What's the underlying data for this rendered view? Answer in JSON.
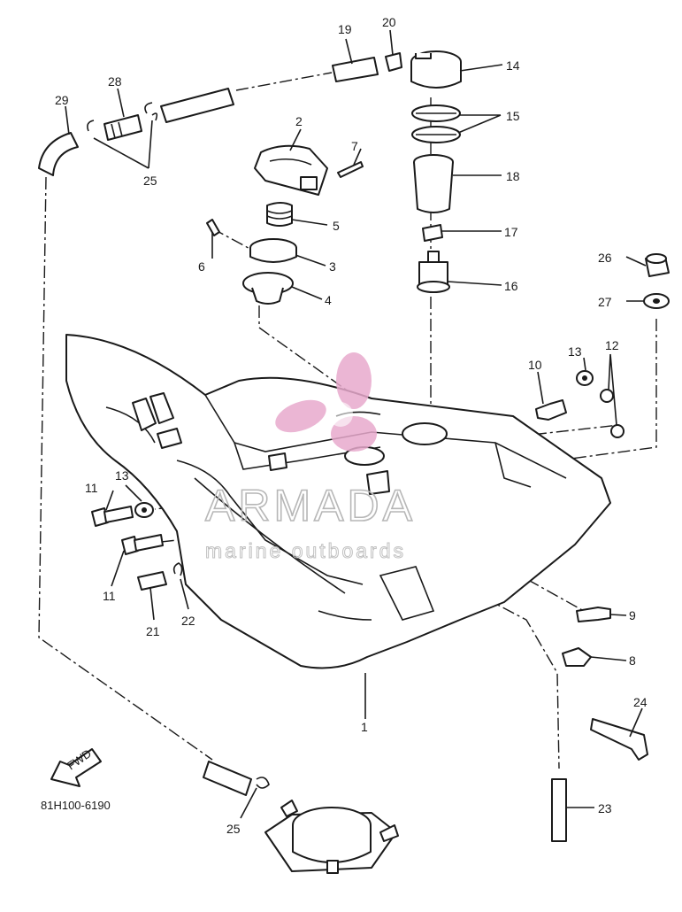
{
  "diagram": {
    "drawing_number": "81H100-6190",
    "fwd_arrow_label": "FWD",
    "callouts": [
      "1",
      "2",
      "3",
      "4",
      "5",
      "6",
      "7",
      "8",
      "9",
      "10",
      "11",
      "11",
      "12",
      "13",
      "13",
      "14",
      "15",
      "16",
      "17",
      "18",
      "19",
      "20",
      "21",
      "22",
      "23",
      "24",
      "25",
      "25",
      "26",
      "27",
      "28",
      "29"
    ]
  },
  "watermark": {
    "brand": "ARMADA",
    "tagline": "marine outboards",
    "color": "#e8a9cd"
  },
  "colors": {
    "ink": "#1a1a1a",
    "background": "#ffffff"
  }
}
